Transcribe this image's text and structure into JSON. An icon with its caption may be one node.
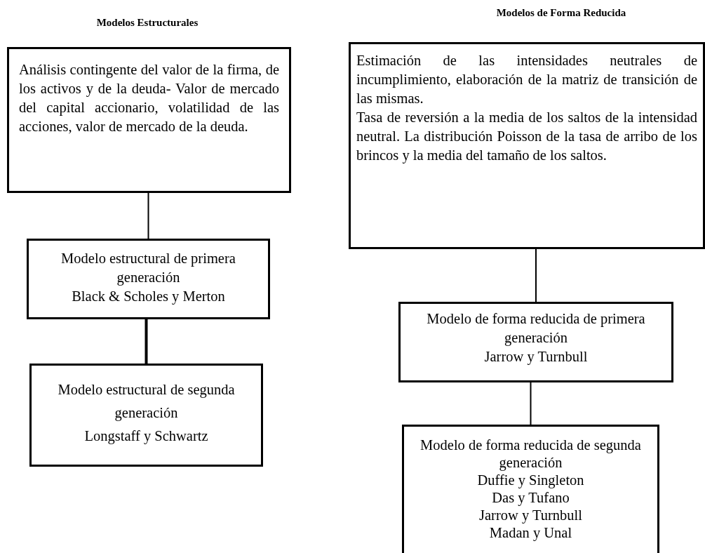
{
  "diagram": {
    "nodes": [
      {
        "text": [
          "Análisis contingente del valor de la firma, de los activos y de la deuda- Valor de mercado del capital accionario, volatilidad de las acciones, valor de mercado de la deuda."
        ]
      },
      {
        "text": [
          "Modelo estructural de primera generación",
          "Black & Scholes y Merton"
        ]
      },
      {
        "text": [
          "Modelo estructural de segunda generación",
          "Longstaff y Schwartz"
        ]
      },
      {
        "text": [
          "Estimación de las intensidades neutrales de incumplimiento, elaboración de la matriz de transición de las mismas.",
          "Tasa de reversión a la media de los saltos de la intensidad neutral.  La distribución Poisson de la tasa de arribo de los brincos y la media del tamaño de los saltos."
        ]
      },
      {
        "text": [
          "Modelo de forma reducida de primera generación",
          "Jarrow y Turnbull"
        ]
      },
      {
        "text": [
          "Modelo de forma reducida de segunda generación",
          "Duffie y Singleton",
          "Das y Tufano",
          "Jarrow y Turnbull",
          "Madan y Unal"
        ]
      }
    ],
    "edges": [
      {
        "from": 0,
        "to": 1,
        "arrow": "none"
      },
      {
        "from": 1,
        "to": 2,
        "arrow": "none",
        "style": "thick"
      },
      {
        "from": 3,
        "to": 4,
        "arrow": "none"
      },
      {
        "from": 4,
        "to": 5,
        "arrow": "none"
      }
    ],
    "labels": [
      "Modelos Estructurales",
      "Modelos de Forma Reducida"
    ]
  }
}
